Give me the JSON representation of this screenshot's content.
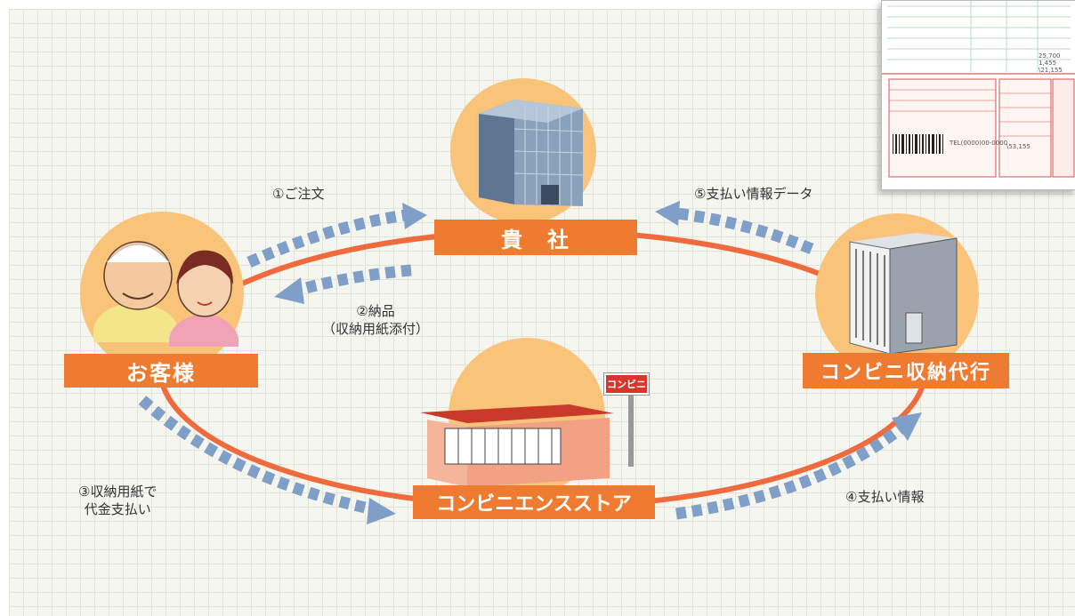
{
  "nodes": {
    "company": "貴　社",
    "customer": "お客様",
    "agency": "コンビニ収納代行",
    "store": "コンビニエンスストア"
  },
  "store_sign": "コンビニ",
  "steps": {
    "order": "①ご注文",
    "delivery_line1": "②納品",
    "delivery_line2": "（収納用紙添付）",
    "payment_line1": "③収納用紙で",
    "payment_line2": "代金支払い",
    "payment_info": "④支払い情報",
    "payment_data": "⑤支払い情報データ"
  },
  "colors": {
    "orange": "#ee7b2f",
    "circle": "#f9c47a",
    "ellipse": "#ef6a3c",
    "arrow": "#7f9fc9"
  },
  "form_card": {
    "totals": [
      "25,700",
      "1,455",
      "\\21,155"
    ],
    "amount": "\\53,155",
    "barcode_caption": "TEL(0000)00-0000"
  }
}
